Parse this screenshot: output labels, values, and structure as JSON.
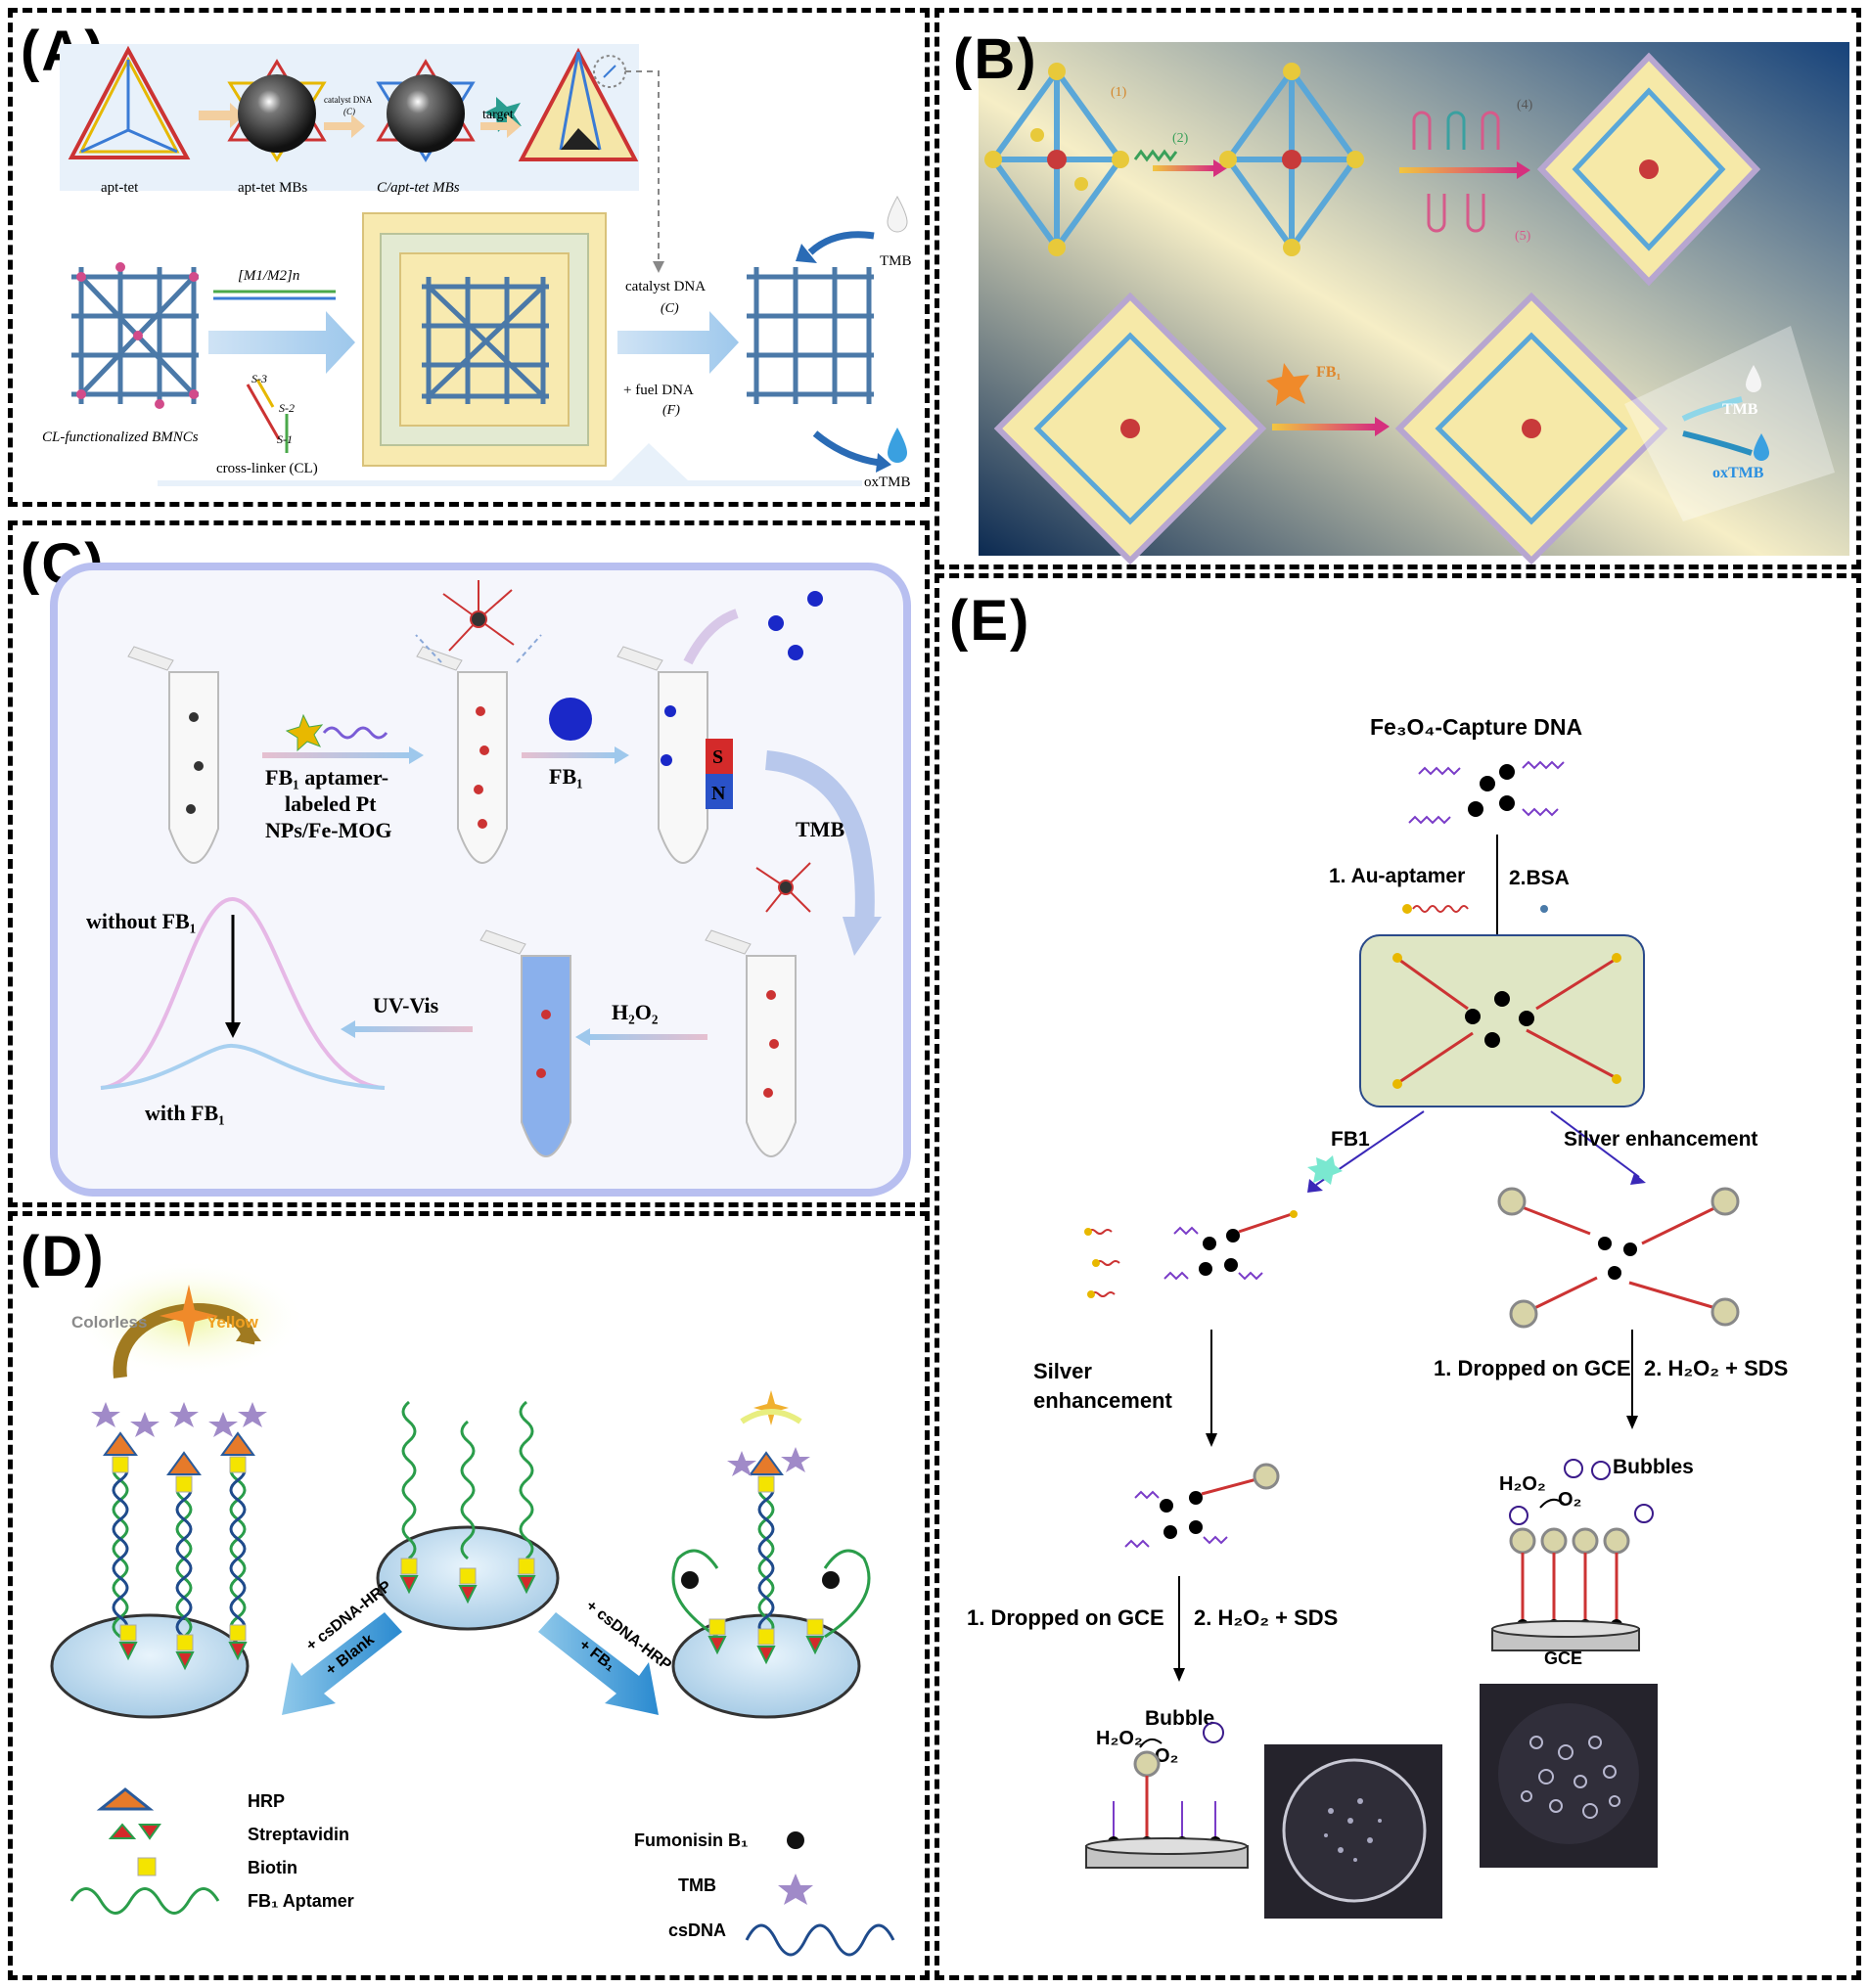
{
  "panels": {
    "A": {
      "label": "(A)",
      "top_labels": [
        "apt-tet",
        "apt-tet MBs",
        "C/apt-tet MBs"
      ],
      "catalyst_small": "catalyst DNA",
      "catalyst_small_c": "(C)",
      "target": "target",
      "m1m2": "[M1/M2]n",
      "s3": "S-3",
      "s2": "S-2",
      "s1": "S-1",
      "bmncs": "CL-functionalized BMNCs",
      "crosslinker": "cross-linker (CL)",
      "catalyst": "catalyst DNA",
      "catalyst_c": "(C)",
      "fuel": "+ fuel DNA",
      "fuel_f": "(F)",
      "tmb": "TMB",
      "oxtmb": "oxTMB"
    },
    "B": {
      "label": "(B)",
      "n1": "(1)",
      "n2": "(2)",
      "n4": "(4)",
      "n5": "(5)",
      "fb1": "FB₁",
      "tmb": "TMB",
      "oxtmb": "oxTMB"
    },
    "C": {
      "label": "(C)",
      "aptamer_line1": "FB₁ aptamer-",
      "aptamer_line2": "labeled Pt",
      "aptamer_line3": "NPs/Fe-MOG",
      "fb1": "FB₁",
      "magnet_s": "S",
      "magnet_n": "N",
      "tmb": "TMB",
      "h2o2": "H₂O₂",
      "uvvis": "UV-Vis",
      "without": "without FB₁",
      "with": "with FB₁"
    },
    "D": {
      "label": "(D)",
      "colorless": "Colorless",
      "yellow": "Yellow",
      "arrow_left_1": "+ csDNA-HRP",
      "arrow_left_2": "+ Blank",
      "arrow_right_1": "+ csDNA-HRP",
      "arrow_right_2": "+ FB₁",
      "legend": {
        "hrp": "HRP",
        "streptavidin": "Streptavidin",
        "biotin": "Biotin",
        "aptamer": "FB₁ Aptamer",
        "fumonisin": "Fumonisin B₁",
        "tmb": "TMB",
        "csdna": "csDNA"
      },
      "colors": {
        "colorless": "#8a8a8a",
        "yellow": "#f0a020"
      }
    },
    "E": {
      "label": "(E)",
      "capture": "Fe₃O₄-Capture DNA",
      "step1": "1. Au-aptamer",
      "step2": "2.BSA",
      "fb1": "FB1",
      "silver_right": "Silver enhancement",
      "silver_left_1": "Silver",
      "silver_left_2": "enhancement",
      "left_drop": "1. Dropped on GCE",
      "left_h2o2": "2. H₂O₂ + SDS",
      "right_drop": "1. Dropped on GCE",
      "right_h2o2": "2. H₂O₂ + SDS",
      "bubble": "Bubble",
      "bubbles": "Bubbles",
      "h2o2": "H₂O₂",
      "o2": "O₂",
      "gce": "GCE"
    }
  }
}
